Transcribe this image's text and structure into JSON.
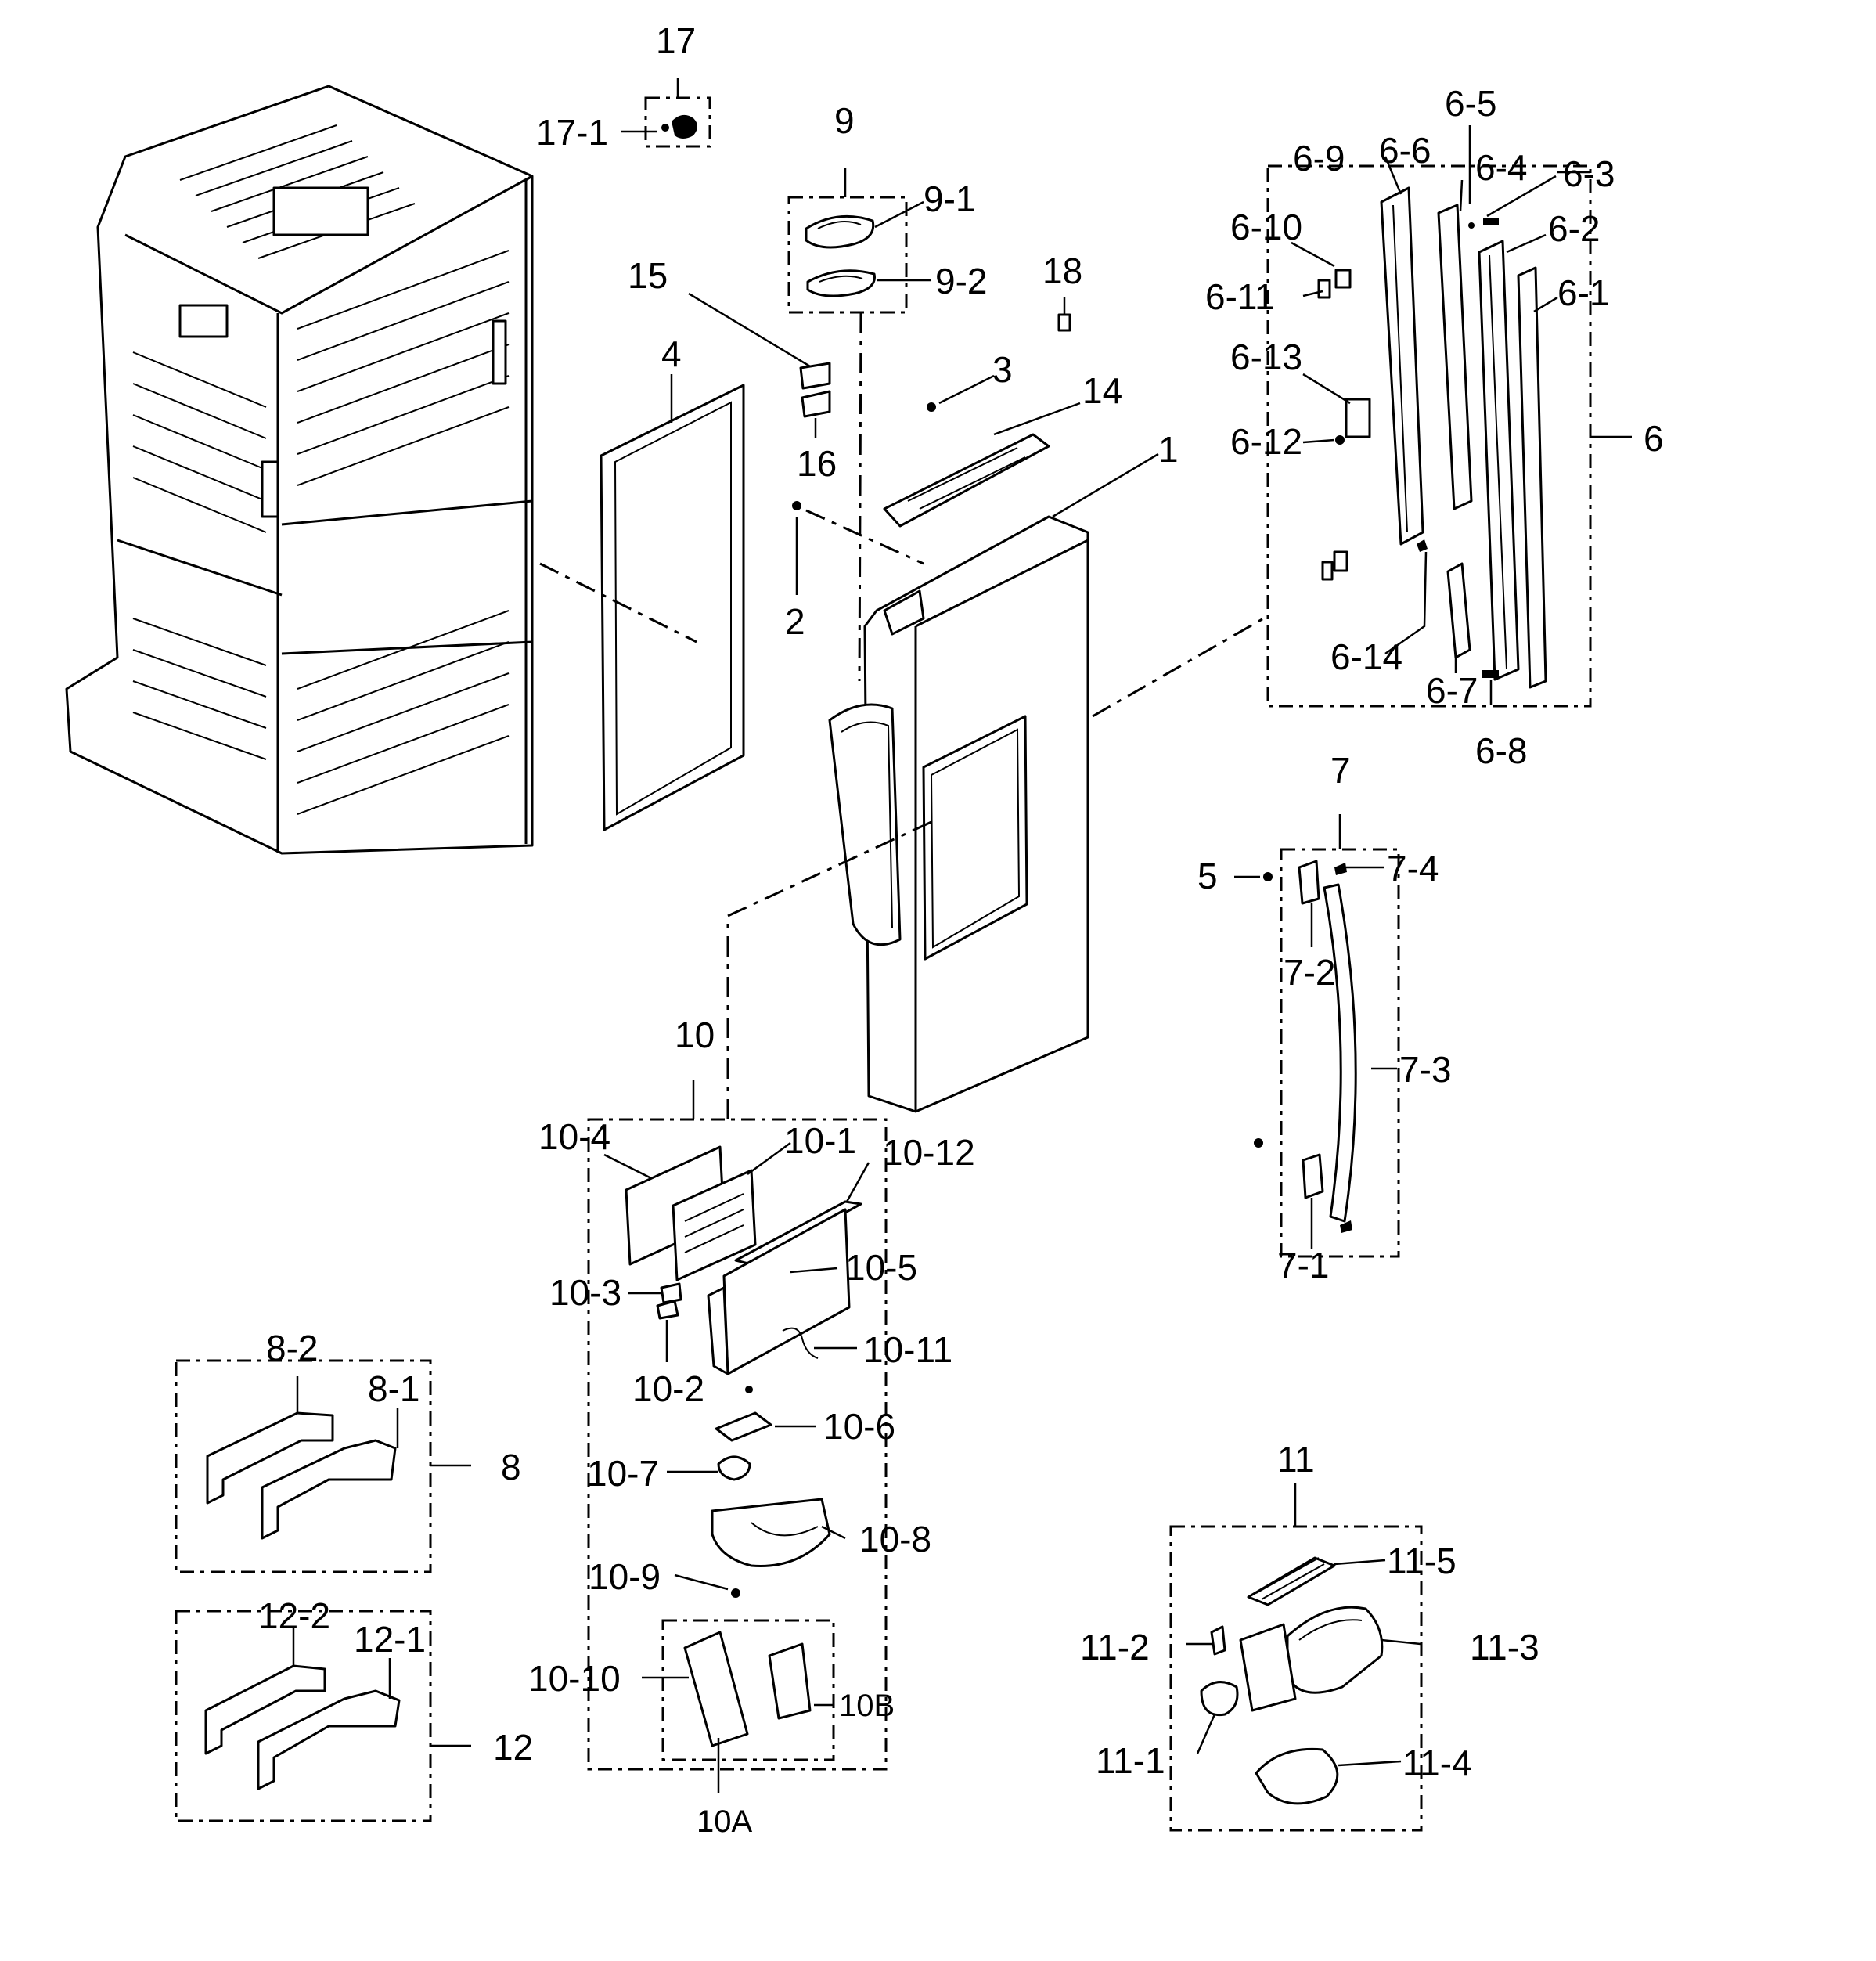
{
  "labels": {
    "l17": "17",
    "l17_1": "17-1",
    "l9": "9",
    "l9_1": "9-1",
    "l9_2": "9-2",
    "l18": "18",
    "l15": "15",
    "l16": "16",
    "l4": "4",
    "l3": "3",
    "l14": "14",
    "l2": "2",
    "l1": "1",
    "l6": "6",
    "l6_1": "6-1",
    "l6_2": "6-2",
    "l6_3": "6-3",
    "l6_4": "6-4",
    "l6_5": "6-5",
    "l6_6": "6-6",
    "l6_7": "6-7",
    "l6_8": "6-8",
    "l6_9": "6-9",
    "l6_10": "6-10",
    "l6_11": "6-11",
    "l6_12": "6-12",
    "l6_13": "6-13",
    "l6_14": "6-14",
    "l7": "7",
    "l7_1": "7-1",
    "l7_2": "7-2",
    "l7_3": "7-3",
    "l7_4": "7-4",
    "l5": "5",
    "l10": "10",
    "l10_1": "10-1",
    "l10_2": "10-2",
    "l10_3": "10-3",
    "l10_4": "10-4",
    "l10_5": "10-5",
    "l10_6": "10-6",
    "l10_7": "10-7",
    "l10_8": "10-8",
    "l10_9": "10-9",
    "l10_10": "10-10",
    "l10_11": "10-11",
    "l10_12": "10-12",
    "l10A": "10A",
    "l10B": "10B",
    "l8": "8",
    "l8_1": "8-1",
    "l8_2": "8-2",
    "l12": "12",
    "l12_1": "12-1",
    "l12_2": "12-2",
    "l11": "11",
    "l11_1": "11-1",
    "l11_2": "11-2",
    "l11_3": "11-3",
    "l11_4": "11-4",
    "l11_5": "11-5"
  }
}
